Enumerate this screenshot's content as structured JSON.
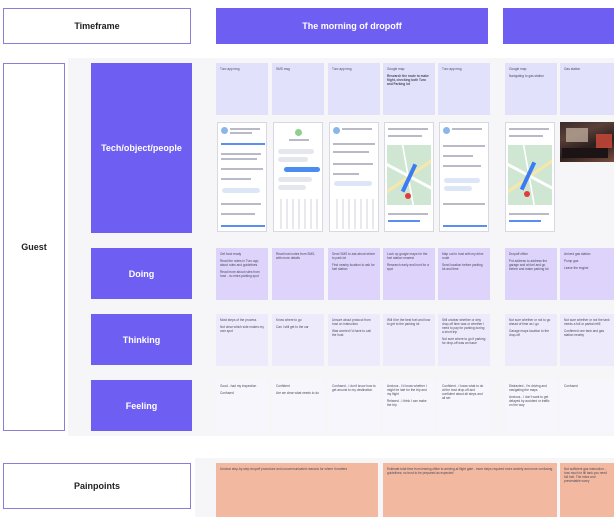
{
  "labels": {
    "timeframe": "Timeframe",
    "guest": "Guest",
    "painpoints": "Painpoints"
  },
  "header": {
    "title": "The morning of dropoff"
  },
  "rows": {
    "tech": "Tech/object/people",
    "doing": "Doing",
    "thinking": "Thinking",
    "feeling": "Feeling"
  },
  "colors": {
    "accent": "#6f5ef2",
    "tech_note": "#e2e1fb",
    "doing_note": "#ddd3fb",
    "thinking_note": "#edeafc",
    "feeling_note": "#f7f6fd",
    "painpoint_note": "#f2b8a0"
  },
  "tech_top_notes": [
    {
      "head": "Turo app msg",
      "body": ""
    },
    {
      "head": "SMS msg",
      "body": ""
    },
    {
      "head": "Turo app msg",
      "body": ""
    },
    {
      "head": "Google map",
      "body": "Research the route to make flight, checking both Turo and Parking lot"
    },
    {
      "head": "Turo app msg",
      "body": ""
    },
    {
      "head": "Google map",
      "body": "Navigating to gas station"
    },
    {
      "head": "Gas station",
      "body": ""
    }
  ],
  "doing_notes": [
    {
      "a": "Get food ready",
      "b": "Read the notes in Turo app about rules and guidelines",
      "c": "Read more about rules from host - no extra parking spot"
    },
    {
      "a": "Read host notes from SMS, with more details",
      "b": "",
      "c": ""
    },
    {
      "a": "Send SMS to ask about where to park lot",
      "b": "Find nearby location to ask for fuel station",
      "c": ""
    },
    {
      "a": "Look up google maps for the fuel station nearest",
      "b": "Research early and hunt for a spot",
      "c": ""
    },
    {
      "a": "Map out to host with my drive route",
      "b": "Send location before parking lot and time",
      "c": ""
    },
    {
      "a": "Dropoff office",
      "b": "Put address to address the garage and at fuel and go before and make parking lot",
      "c": ""
    },
    {
      "a": "Arrived gas station",
      "b": "Pump gas",
      "c": "Leave the engine"
    }
  ],
  "thinking_notes": [
    {
      "a": "Most steps of the process",
      "b": "Not clear which side makes my own spot"
    },
    {
      "a": "Know where to go",
      "b": "Can I still get to the car"
    },
    {
      "a": "Unsure about protocol from host on instruction",
      "b": "Was worried I'd have to call the host"
    },
    {
      "a": "Will it be the best fuel and how to get to the parking lot",
      "b": ""
    },
    {
      "a": "Still unclear whether or why drop-off time was or whether I need to pay for parking during a short trip",
      "b": "Not sure where to go if parking for drop-off was an issue"
    },
    {
      "a": "Not sure whether or not to go ahead of time as I go",
      "b": "Garage maps location to the drop-off"
    },
    {
      "a": "Not sure whether or not the tank needs a full or partial refill",
      "b": "Confirmed one tank and gas station nearby"
    }
  ],
  "feeling_notes": [
    {
      "a": "Good - had my inspection",
      "b": "Confused"
    },
    {
      "a": "Confident",
      "b": "Are we clear what needs to do"
    },
    {
      "a": "Confused - I don't know how to get around to my destination",
      "b": ""
    },
    {
      "a": "Anxious - I'd know whether I might be late for the trip and my flight",
      "b": "Relaxed - I think I can make the trip"
    },
    {
      "a": "Confident - I know what to do at the host drop-off and confident about all steps and all set",
      "b": ""
    },
    {
      "a": "Distracted - I'm driving and navigating the maps",
      "b": "Anxious - I don't want to get delayed by accident or traffic on the way"
    },
    {
      "a": "Confused",
      "b": ""
    }
  ],
  "painpoints": [
    "Unclear step-by-step dropoff procedure and uncommunicated reasons for where it matters",
    "Estimate total time from leaving office to arriving at flight gate - more steps required more anxiety and more confusing guidelines; no trust to be prepared as expected",
    "Not sufficient gas instruction - how much to fill tank you need full fuel. The extra and preventable worry"
  ]
}
